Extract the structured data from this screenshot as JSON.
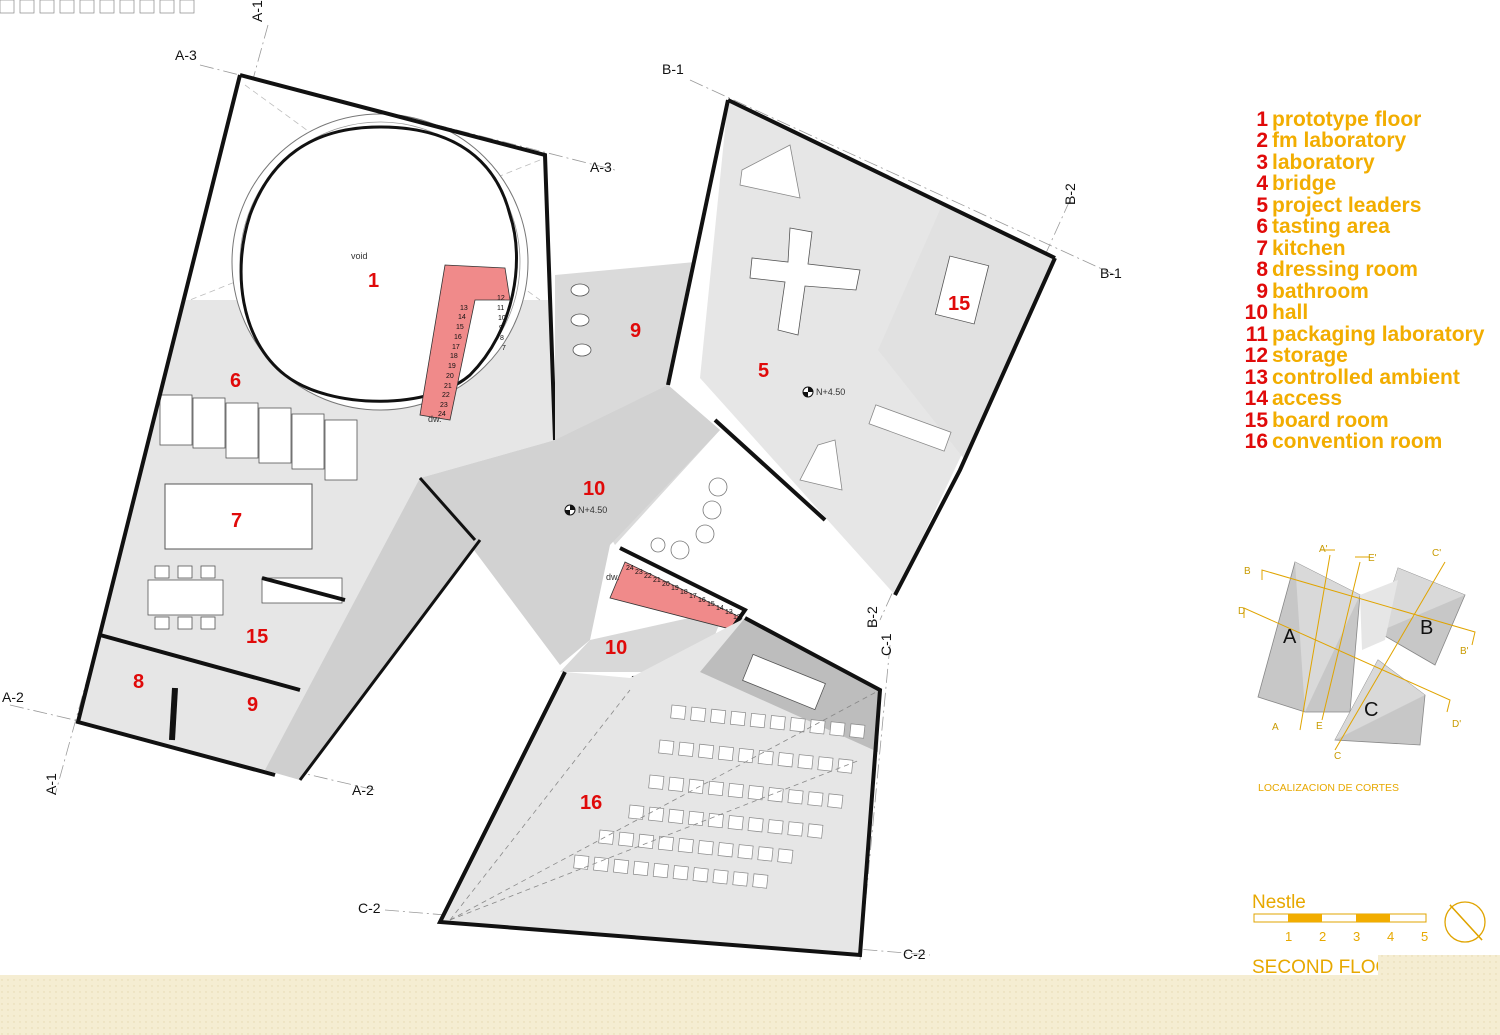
{
  "drawing": {
    "title": "SECOND FLOOR PLAN",
    "project": "Nestle",
    "level_mark": "N+4.50",
    "void_label": "void",
    "dw_label": "dw."
  },
  "rooms": {
    "r1": "1",
    "r5": "5",
    "r6": "6",
    "r7": "7",
    "r8": "8",
    "r9a": "9",
    "r9b": "9",
    "r10a": "10",
    "r10b": "10",
    "r15a": "15",
    "r15b": "15",
    "r16": "16"
  },
  "axes": {
    "a1_top": "A-1",
    "a1_bottom": "A-1",
    "a2_left": "A-2",
    "a2_right": "A-2",
    "a3_left": "A-3",
    "a3_right": "A-3",
    "b1_top": "B-1",
    "b1_right": "B-1",
    "b2_top": "B-2",
    "b2_bottom": "B-2",
    "c1": "C-1",
    "c2_left": "C-2",
    "c2_right": "C-2"
  },
  "stairs": {
    "a": [
      "13",
      "14",
      "15",
      "16",
      "17",
      "18",
      "19",
      "20",
      "21",
      "22",
      "23",
      "24",
      "12",
      "11",
      "10",
      "9",
      "8",
      "7"
    ],
    "b": [
      "24",
      "23",
      "22",
      "21",
      "20",
      "19",
      "18",
      "17",
      "16",
      "15",
      "14",
      "13",
      "12"
    ]
  },
  "legend": [
    {
      "num": "1",
      "name": "prototype floor"
    },
    {
      "num": "2",
      "name": "fm laboratory"
    },
    {
      "num": "3",
      "name": "laboratory"
    },
    {
      "num": "4",
      "name": "bridge"
    },
    {
      "num": "5",
      "name": "project leaders"
    },
    {
      "num": "6",
      "name": "tasting area"
    },
    {
      "num": "7",
      "name": "kitchen"
    },
    {
      "num": "8",
      "name": "dressing room"
    },
    {
      "num": "9",
      "name": "bathroom"
    },
    {
      "num": "10",
      "name": "hall"
    },
    {
      "num": "11",
      "name": "packaging laboratory"
    },
    {
      "num": "12",
      "name": "storage"
    },
    {
      "num": "13",
      "name": "controlled ambient"
    },
    {
      "num": "14",
      "name": "access"
    },
    {
      "num": "15",
      "name": "board room"
    },
    {
      "num": "16",
      "name": "convention room"
    }
  ],
  "key_plan": {
    "caption": "LOCALIZACION DE CORTES",
    "blocks": [
      "A",
      "B",
      "C"
    ],
    "cuts": {
      "b": "B",
      "b_prime": "B'",
      "a_prime": "A'",
      "e_prime": "E'",
      "c_prime": "C'",
      "d": "D",
      "d_prime": "D'",
      "a": "A",
      "e": "E",
      "c": "C"
    }
  },
  "scale_bar": [
    "1",
    "2",
    "3",
    "4",
    "5"
  ],
  "colors": {
    "legend_number": "#e00a0a",
    "legend_text": "#f2ad00",
    "stair": "#f08a8a",
    "floor": "#e6e6e6",
    "wall": "#111111",
    "footer_band": "#f5edd2"
  }
}
